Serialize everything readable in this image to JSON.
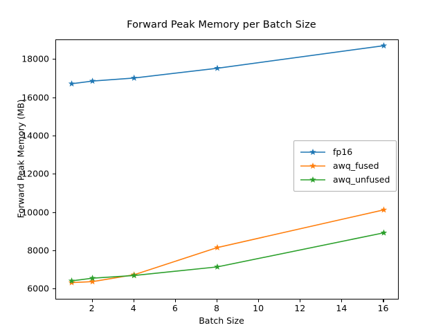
{
  "chart_data": {
    "type": "line",
    "title": "Forward Peak Memory per Batch Size",
    "xlabel": "Batch Size",
    "ylabel": "Forward Peak Memory (MB)",
    "x": [
      1,
      2,
      4,
      8,
      16
    ],
    "xlim": [
      0.25,
      16.75
    ],
    "ylim": [
      5430,
      19020
    ],
    "xticks": [
      2,
      4,
      6,
      8,
      10,
      12,
      14,
      16
    ],
    "xtick_labels": [
      "2",
      "4",
      "6",
      "8",
      "10",
      "12",
      "14",
      "16"
    ],
    "yticks": [
      6000,
      8000,
      10000,
      12000,
      14000,
      16000,
      18000
    ],
    "ytick_labels": [
      "6000",
      "8000",
      "10000",
      "12000",
      "14000",
      "16000",
      "18000"
    ],
    "grid": false,
    "legend_position": "center right",
    "marker": "star",
    "series": [
      {
        "name": "fp16",
        "color": "#1f77b4",
        "values": [
          16740,
          16880,
          17040,
          17550,
          18730
        ]
      },
      {
        "name": "awq_fused",
        "color": "#ff7f0e",
        "values": [
          6350,
          6400,
          6760,
          8180,
          10150
        ]
      },
      {
        "name": "awq_unfused",
        "color": "#2ca02c",
        "values": [
          6440,
          6580,
          6720,
          7170,
          8950
        ]
      }
    ]
  },
  "figure": {
    "background": "#ffffff",
    "axes_edge_color": "#000000"
  }
}
